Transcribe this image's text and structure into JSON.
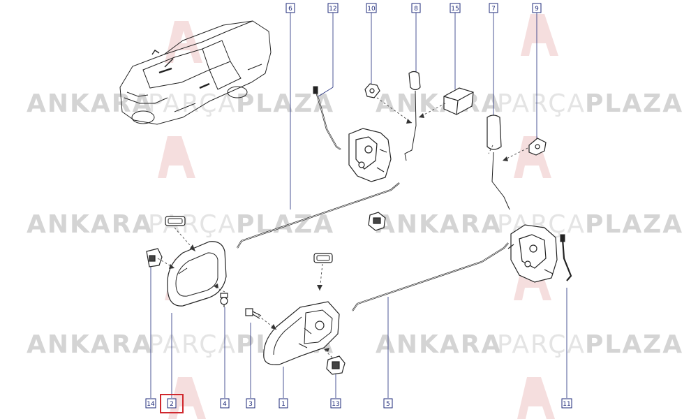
{
  "diagram": {
    "watermark": {
      "word1": "ANKARA",
      "word2": "PARÇA",
      "word3": "PLAZA",
      "colors": {
        "dark": "#d4d4d4",
        "light": "#e4e4e4",
        "logo": "#f3d6d6"
      }
    },
    "callouts": [
      {
        "id": "c6",
        "label": "6"
      },
      {
        "id": "c12",
        "label": "12"
      },
      {
        "id": "c10",
        "label": "10"
      },
      {
        "id": "c8",
        "label": "8"
      },
      {
        "id": "c15",
        "label": "15"
      },
      {
        "id": "c7",
        "label": "7"
      },
      {
        "id": "c9",
        "label": "9"
      },
      {
        "id": "c14",
        "label": "14"
      },
      {
        "id": "c2",
        "label": "2",
        "highlighted": true
      },
      {
        "id": "c4",
        "label": "4"
      },
      {
        "id": "c3",
        "label": "3"
      },
      {
        "id": "c1",
        "label": "1"
      },
      {
        "id": "c13",
        "label": "13"
      },
      {
        "id": "c5",
        "label": "5"
      },
      {
        "id": "c11",
        "label": "11"
      }
    ],
    "colors": {
      "label": "#1e2a7a",
      "highlight": "#d0282e",
      "part": "#222222"
    }
  }
}
